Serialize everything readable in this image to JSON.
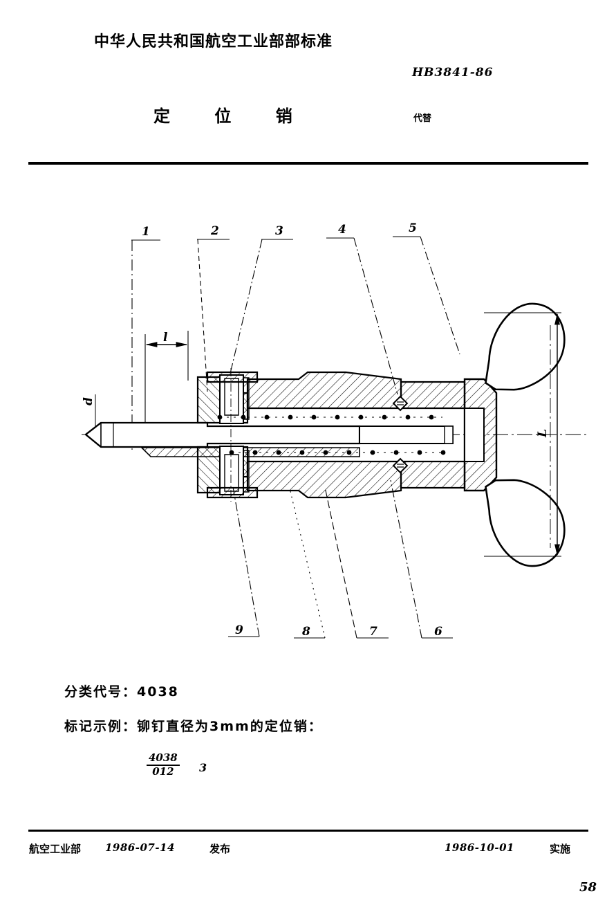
{
  "header": {
    "ministry_line": "中华人民共和国航空工业部部标准",
    "standard_number": "HB3841-86",
    "title": "定 位 销",
    "replaces_label": "代替"
  },
  "drawing": {
    "dimension_labels": {
      "pin_diameter": "d",
      "engagement_length": "l",
      "overall_width": "L"
    },
    "callouts_top": [
      "1",
      "2",
      "3",
      "4",
      "5"
    ],
    "callouts_bottom": [
      "9",
      "8",
      "7",
      "6"
    ]
  },
  "notes": {
    "classification_line": "分类代号：4038",
    "marking_example_line": "标记示例：铆钉直径为3mm的定位销：",
    "designation": {
      "numerator": "4038",
      "denominator": "012",
      "size": "3"
    }
  },
  "footer": {
    "issuing_org": "航空工业部",
    "issue_date": "1986-07-14",
    "issue_label": "发布",
    "effective_date": "1986-10-01",
    "effective_label": "实施",
    "page_number": "58"
  }
}
